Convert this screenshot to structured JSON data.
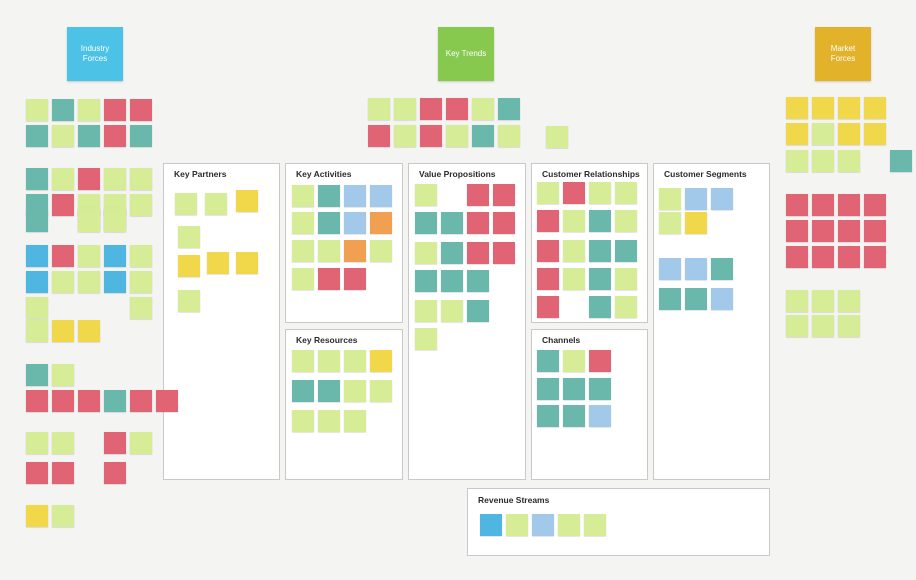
{
  "colors": {
    "industry_forces": "#4cc2e6",
    "key_trends": "#86c94e",
    "market_forces": "#e2b22a",
    "teal": "#6ab7ac",
    "green": "#d6ec96",
    "yellow": "#f1d84a",
    "red": "#e06474",
    "blue": "#a2c9ea",
    "orange": "#f0a050",
    "sky": "#4fb6e2"
  },
  "headers": {
    "industry_forces": "Industry\nForces",
    "key_trends": "Key Trends",
    "market_forces": "Market\nForces"
  },
  "panels": {
    "key_partners": "Key Partners",
    "key_activities": "Key Activities",
    "key_resources": "Key Resources",
    "value_propositions": "Value Propositions",
    "customer_relationships": "Customer Relationships",
    "channels": "Channels",
    "customer_segments": "Customer Segments",
    "revenue_streams": "Revenue Streams"
  }
}
